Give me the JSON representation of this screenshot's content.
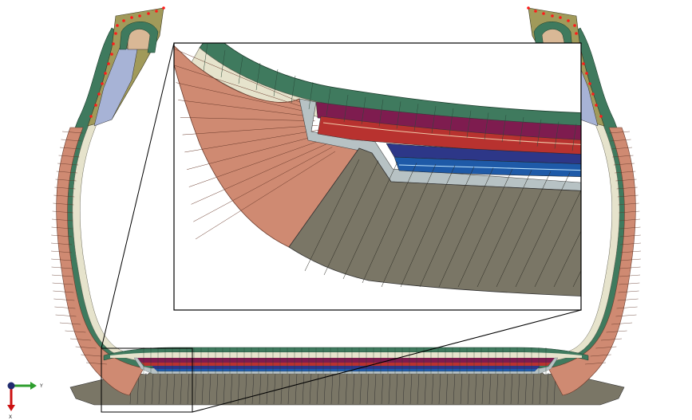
{
  "figure": {
    "type": "tire cross-section finite element mesh with zoomed inset",
    "inset_border_color": "#000000"
  },
  "triad": {
    "y_label": "Y",
    "x_label": "X",
    "y_axis_color": "#2e9e2e",
    "x_axis_color": "#cc1111",
    "origin_color": "#1f2a6e"
  },
  "colors": {
    "outer_rubber": "#3f7a5e",
    "inner_liner": "#e6e3cc",
    "sidewall": "#cf8a72",
    "tread": "#7a7666",
    "bead": "#d9b896",
    "bead_filler": "#a7b3d6",
    "apex_outer": "#a19a5a",
    "ply_gray": "#b7c2c4",
    "belt_purple": "#7e1c4f",
    "belt_red": "#b8322f",
    "belt_navy": "#2d3788",
    "belt_blue": "#1e5aa8",
    "node_marker": "#ff1a1a"
  }
}
